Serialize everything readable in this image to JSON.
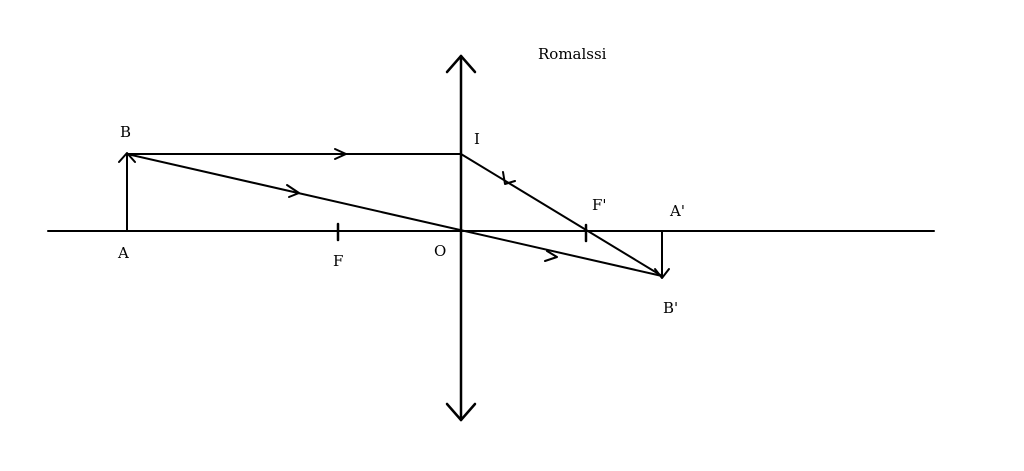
{
  "diagram": {
    "watermark": "Romalssi",
    "points": {
      "A": "A",
      "B": "B",
      "F": "F",
      "O": "O",
      "I": "I",
      "F_prime": "F'",
      "A_prime": "A'",
      "B_prime": "B'"
    },
    "colors": {
      "stroke": "#000000",
      "background": "#ffffff"
    },
    "elements": [
      "optical-axis",
      "converging-lens",
      "object-AB",
      "image-A'B'",
      "ray-B-I-F'-B'",
      "ray-B-O-B'"
    ]
  }
}
